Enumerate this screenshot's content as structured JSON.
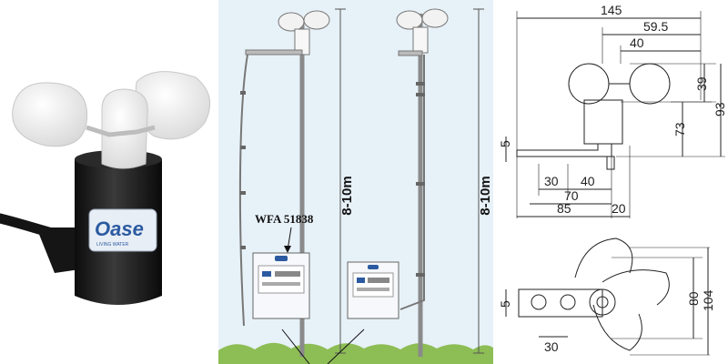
{
  "photo": {
    "brand_logo": "Oase",
    "brand_tagline": "LIVING WATER"
  },
  "installation": {
    "height_label_left": "8-10m",
    "height_label_right": "8-10m",
    "model_label": "WFA 51838"
  },
  "dimensions": {
    "side_view": {
      "total_width": "145",
      "offset_a": "59.5",
      "offset_b": "40",
      "cup_height": "39",
      "total_height": "93",
      "body_height": "73",
      "bracket_thickness": "5",
      "hole_a": "30",
      "hole_b": "40",
      "hole_span": "70",
      "bracket_length": "85",
      "body_offset": "20"
    },
    "top_view": {
      "bracket_thickness": "5",
      "hole_spacing": "30",
      "cup_spread": "80",
      "total_span": "104"
    }
  },
  "colors": {
    "install_background": "#e7f1f8",
    "housing": "#1c1c1c",
    "cups": "#f4f4f4",
    "grass": "#7fb04a"
  }
}
